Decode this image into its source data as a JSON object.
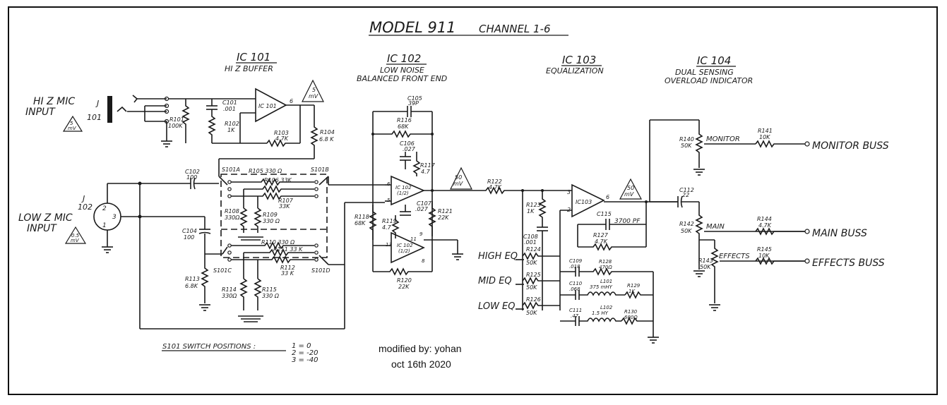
{
  "title": {
    "model": "MODEL 911",
    "channel": "CHANNEL 1-6"
  },
  "sections": {
    "ic101": {
      "name": "IC 101",
      "sub": "HI Z BUFFER"
    },
    "ic102": {
      "name": "IC 102",
      "sub1": "LOW NOISE",
      "sub2": "BALANCED FRONT END"
    },
    "ic103": {
      "name": "IC 103",
      "sub": "EQUALIZATION"
    },
    "ic104": {
      "name": "IC 104",
      "sub1": "DUAL SENSING",
      "sub2": "OVERLOAD INDICATOR"
    }
  },
  "inputs": {
    "hiz": {
      "line1": "HI Z MIC",
      "line2": "INPUT",
      "jack": "J",
      "jack_num": "101",
      "level1": "5",
      "level2": "mV"
    },
    "lowz": {
      "line1": "LOW Z MIC",
      "line2": "INPUT",
      "jack": "J",
      "jack_num": "102",
      "level1": "0.5",
      "level2": "mV"
    }
  },
  "outputs": {
    "monitor": "MONITOR BUSS",
    "main": "MAIN BUSS",
    "effects": "EFFECTS BUSS"
  },
  "eq_labels": {
    "high": "HIGH EQ",
    "mid": "MID EQ",
    "low": "LOW EQ"
  },
  "control_labels": {
    "monitor": "MONITOR",
    "main": "MAIN",
    "effects": "EFFECTS"
  },
  "levels": {
    "ic101_out": [
      "5",
      "mV"
    ],
    "ic102_out": [
      "50",
      "mV"
    ],
    "ic103_out": [
      "50",
      "mV"
    ]
  },
  "components": {
    "c101": "C101",
    "c101_v": ".001",
    "r101": "R101",
    "r101_v": "100K",
    "r102": "R102",
    "r102_v": "1K",
    "r103": "R103",
    "r103_v": "4.7K",
    "r104": "R104",
    "r104_v": "6.8 K",
    "ic101": "IC 101",
    "c102": "C102",
    "c102_v": "100",
    "c104": "C104",
    "c104_v": "100",
    "r105": "R105 330 Ω",
    "r106": "R106 33K",
    "r107": "R107",
    "r107_v": "33K",
    "r108": "R108",
    "r108_v": "330Ω",
    "r109": "R109",
    "r109_v": "330 Ω",
    "r110": "R110 330 Ω",
    "r111": "R111 33 K",
    "r112": "R112",
    "r112_v": "33 K",
    "r113": "R113",
    "r113_v": "6.8K",
    "r114": "R114",
    "r114_v": "330Ω",
    "r115": "R115",
    "r115_v": "330 Ω",
    "s101a": "S101A",
    "s101b": "S101B",
    "s101c": "S101C",
    "s101d": "S101D",
    "c105": "C105",
    "c105_v": "39P",
    "r116": "R116",
    "r116_v": "68K",
    "c106": "C106",
    "c106_v": ".027",
    "r117": "R117",
    "r117_v": "4.7",
    "ic102a": "IC 102",
    "ic102a_sub": "(1/2)",
    "ic102b": "IC 102",
    "ic102b_sub": "(1/2)",
    "c107": "C107",
    "c107_v": ".027",
    "r118": "R118",
    "r118_v": "68K",
    "r119": "R119",
    "r119_v": "4.7",
    "r120": "R120",
    "r120_v": "22K",
    "r121": "R121",
    "r121_v": "22K",
    "r122": "R122",
    "r122_v": "4.7K",
    "r123": "R123",
    "r123_v": "1K",
    "c108": "C108",
    "c108_v": ".001",
    "ic103": "IC103",
    "c115": "C115",
    "c115_v": "3700 PF",
    "r127": "R127",
    "r127_v": "4.7K",
    "r124": "R124",
    "r124_v": "50K",
    "r125": "R125",
    "r125_v": "50K",
    "r126": "R126",
    "r126_v": "50K",
    "c109": "C109",
    "c109_v": ".018",
    "r128": "R128",
    "r128_v": "470Ω",
    "c110": "C110",
    "c110_v": ".068",
    "l101": "L101",
    "l101_v": "375 mHY",
    "r129": "R129",
    "r129_v": "1K",
    "c111": "C111",
    "c111_v": ".47",
    "l102": "L102",
    "l102_v": "1.5 HY",
    "r130": "R130",
    "r130_v": "680Ω",
    "r140": "R140",
    "r140_v": "50K",
    "r141": "R141",
    "r141_v": "10K",
    "c112": "C112",
    "c112_v": "22",
    "r142": "R142",
    "r142_v": "50K",
    "r144": "R144",
    "r144_v": "4.7K",
    "r143": "R143",
    "r143_v": "50K",
    "r145": "R145",
    "r145_v": "10K"
  },
  "switch_positions": {
    "label": "S101 SWITCH POSITIONS :",
    "p1": "1 = 0",
    "p2": "2 = -20",
    "p3": "3 = -40"
  },
  "note": {
    "line1": "modified by: yohan",
    "line2": "oct 16th 2020"
  }
}
